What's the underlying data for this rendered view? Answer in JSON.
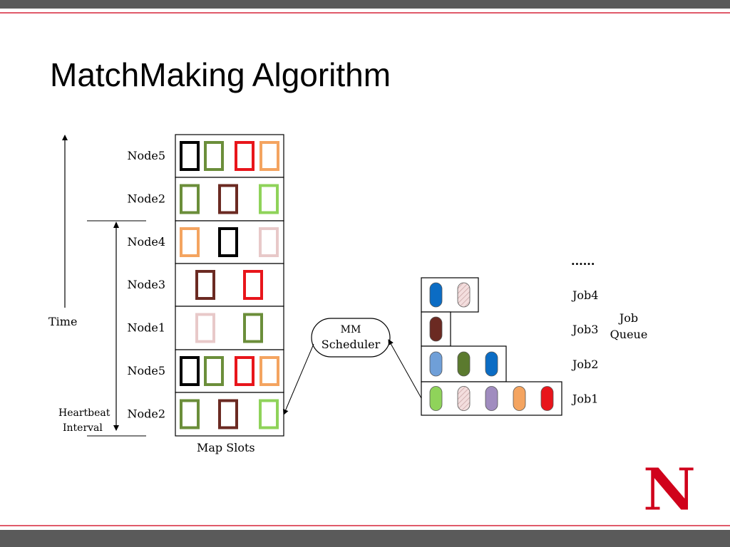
{
  "slide": {
    "title": "MatchMaking Algorithm"
  },
  "colors": {
    "black": "#000000",
    "green": "#6b8e3a",
    "red": "#e8151b",
    "orange": "#f4a460",
    "maroon": "#6b2a22",
    "light_green": "#8fd35a",
    "pink": "#e8c9c9",
    "blue": "#0b6cc4",
    "light_blue": "#6f9fd8",
    "dark_green": "#5b7a2e",
    "purple": "#a08cbf",
    "brand_red": "#d0021b",
    "accent_line": "#e05a6a",
    "bar_gray": "#5a5a5a"
  },
  "diagram": {
    "time_label": "Time",
    "heartbeat_label_line1": "Heartbeat",
    "heartbeat_label_line2": "Interval",
    "map_slots_label": "Map Slots",
    "scheduler_line1": "MM",
    "scheduler_line2": "Scheduler",
    "ellipsis": "......",
    "job_queue_line1": "Job",
    "job_queue_line2": "Queue",
    "nodes": [
      {
        "label": "Node5",
        "slots": [
          "black",
          "green",
          "red",
          "orange"
        ]
      },
      {
        "label": "Node2",
        "slots": [
          "green",
          "maroon",
          "light_green"
        ]
      },
      {
        "label": "Node4",
        "slots": [
          "orange",
          "black",
          "pink"
        ]
      },
      {
        "label": "Node3",
        "slots": [
          "maroon",
          "red"
        ]
      },
      {
        "label": "Node1",
        "slots": [
          "pink",
          "green"
        ]
      },
      {
        "label": "Node5",
        "slots": [
          "black",
          "green",
          "red",
          "orange"
        ]
      },
      {
        "label": "Node2",
        "slots": [
          "green",
          "maroon",
          "light_green"
        ]
      }
    ],
    "jobs": [
      {
        "label": "Job4",
        "tasks": [
          "blue",
          "pink"
        ]
      },
      {
        "label": "Job3",
        "tasks": [
          "maroon"
        ]
      },
      {
        "label": "Job2",
        "tasks": [
          "light_blue",
          "dark_green",
          "blue"
        ]
      },
      {
        "label": "Job1",
        "tasks": [
          "light_green",
          "pink",
          "purple",
          "orange",
          "red"
        ]
      }
    ]
  },
  "logo": {
    "letter": "N"
  }
}
